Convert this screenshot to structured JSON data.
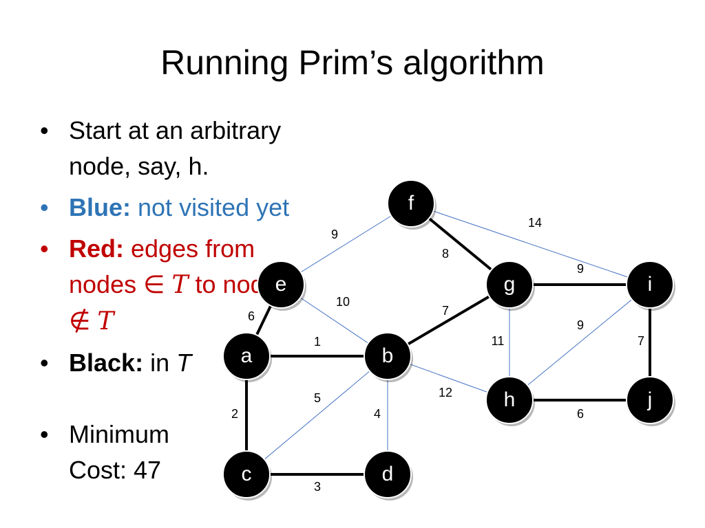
{
  "slide": {
    "title": "Running Prim’s algorithm",
    "bullet_marker": "•",
    "bullets": {
      "start": "Start at an arbitrary node, say, h.",
      "blue_label": "Blue:",
      "blue_text": "not visited yet",
      "red_label": "Red:",
      "red_text_1": "edges from nodes",
      "in_symbol": "∈",
      "set_T": "T",
      "red_text_2": "to nodes",
      "notin_symbol": "∉",
      "black_label": "Black:",
      "black_text": "in",
      "min_cost": "Minimum Cost: 47"
    }
  },
  "colors": {
    "text": "#000000",
    "blue": "#2e74b5",
    "red": "#c00000",
    "node_fill": "#000000",
    "tree_edge": "#000000",
    "candidate_edge": "#4472c4"
  },
  "graph": {
    "nodes": [
      {
        "id": "f",
        "label": "f"
      },
      {
        "id": "e",
        "label": "e"
      },
      {
        "id": "g",
        "label": "g"
      },
      {
        "id": "i",
        "label": "i"
      },
      {
        "id": "a",
        "label": "a"
      },
      {
        "id": "b",
        "label": "b"
      },
      {
        "id": "h",
        "label": "h"
      },
      {
        "id": "j",
        "label": "j"
      },
      {
        "id": "c",
        "label": "c"
      },
      {
        "id": "d",
        "label": "d"
      }
    ],
    "edges": [
      {
        "from": "f",
        "to": "e",
        "weight": "9",
        "state": "blue"
      },
      {
        "from": "f",
        "to": "i",
        "weight": "14",
        "state": "blue"
      },
      {
        "from": "f",
        "to": "g",
        "weight": "8",
        "state": "black"
      },
      {
        "from": "g",
        "to": "i",
        "weight": "9",
        "state": "black"
      },
      {
        "from": "e",
        "to": "b",
        "weight": "10",
        "state": "blue"
      },
      {
        "from": "e",
        "to": "a",
        "weight": "6",
        "state": "black"
      },
      {
        "from": "g",
        "to": "b",
        "weight": "7",
        "state": "black"
      },
      {
        "from": "i",
        "to": "h",
        "weight": "9",
        "state": "blue"
      },
      {
        "from": "a",
        "to": "b",
        "weight": "1",
        "state": "black"
      },
      {
        "from": "g",
        "to": "h",
        "weight": "11",
        "state": "blue"
      },
      {
        "from": "i",
        "to": "j",
        "weight": "7",
        "state": "black"
      },
      {
        "from": "b",
        "to": "c",
        "weight": "5",
        "state": "blue"
      },
      {
        "from": "b",
        "to": "h",
        "weight": "12",
        "state": "blue"
      },
      {
        "from": "a",
        "to": "c",
        "weight": "2",
        "state": "black"
      },
      {
        "from": "b",
        "to": "d",
        "weight": "4",
        "state": "blue"
      },
      {
        "from": "h",
        "to": "j",
        "weight": "6",
        "state": "black"
      },
      {
        "from": "c",
        "to": "d",
        "weight": "3",
        "state": "black"
      }
    ]
  }
}
